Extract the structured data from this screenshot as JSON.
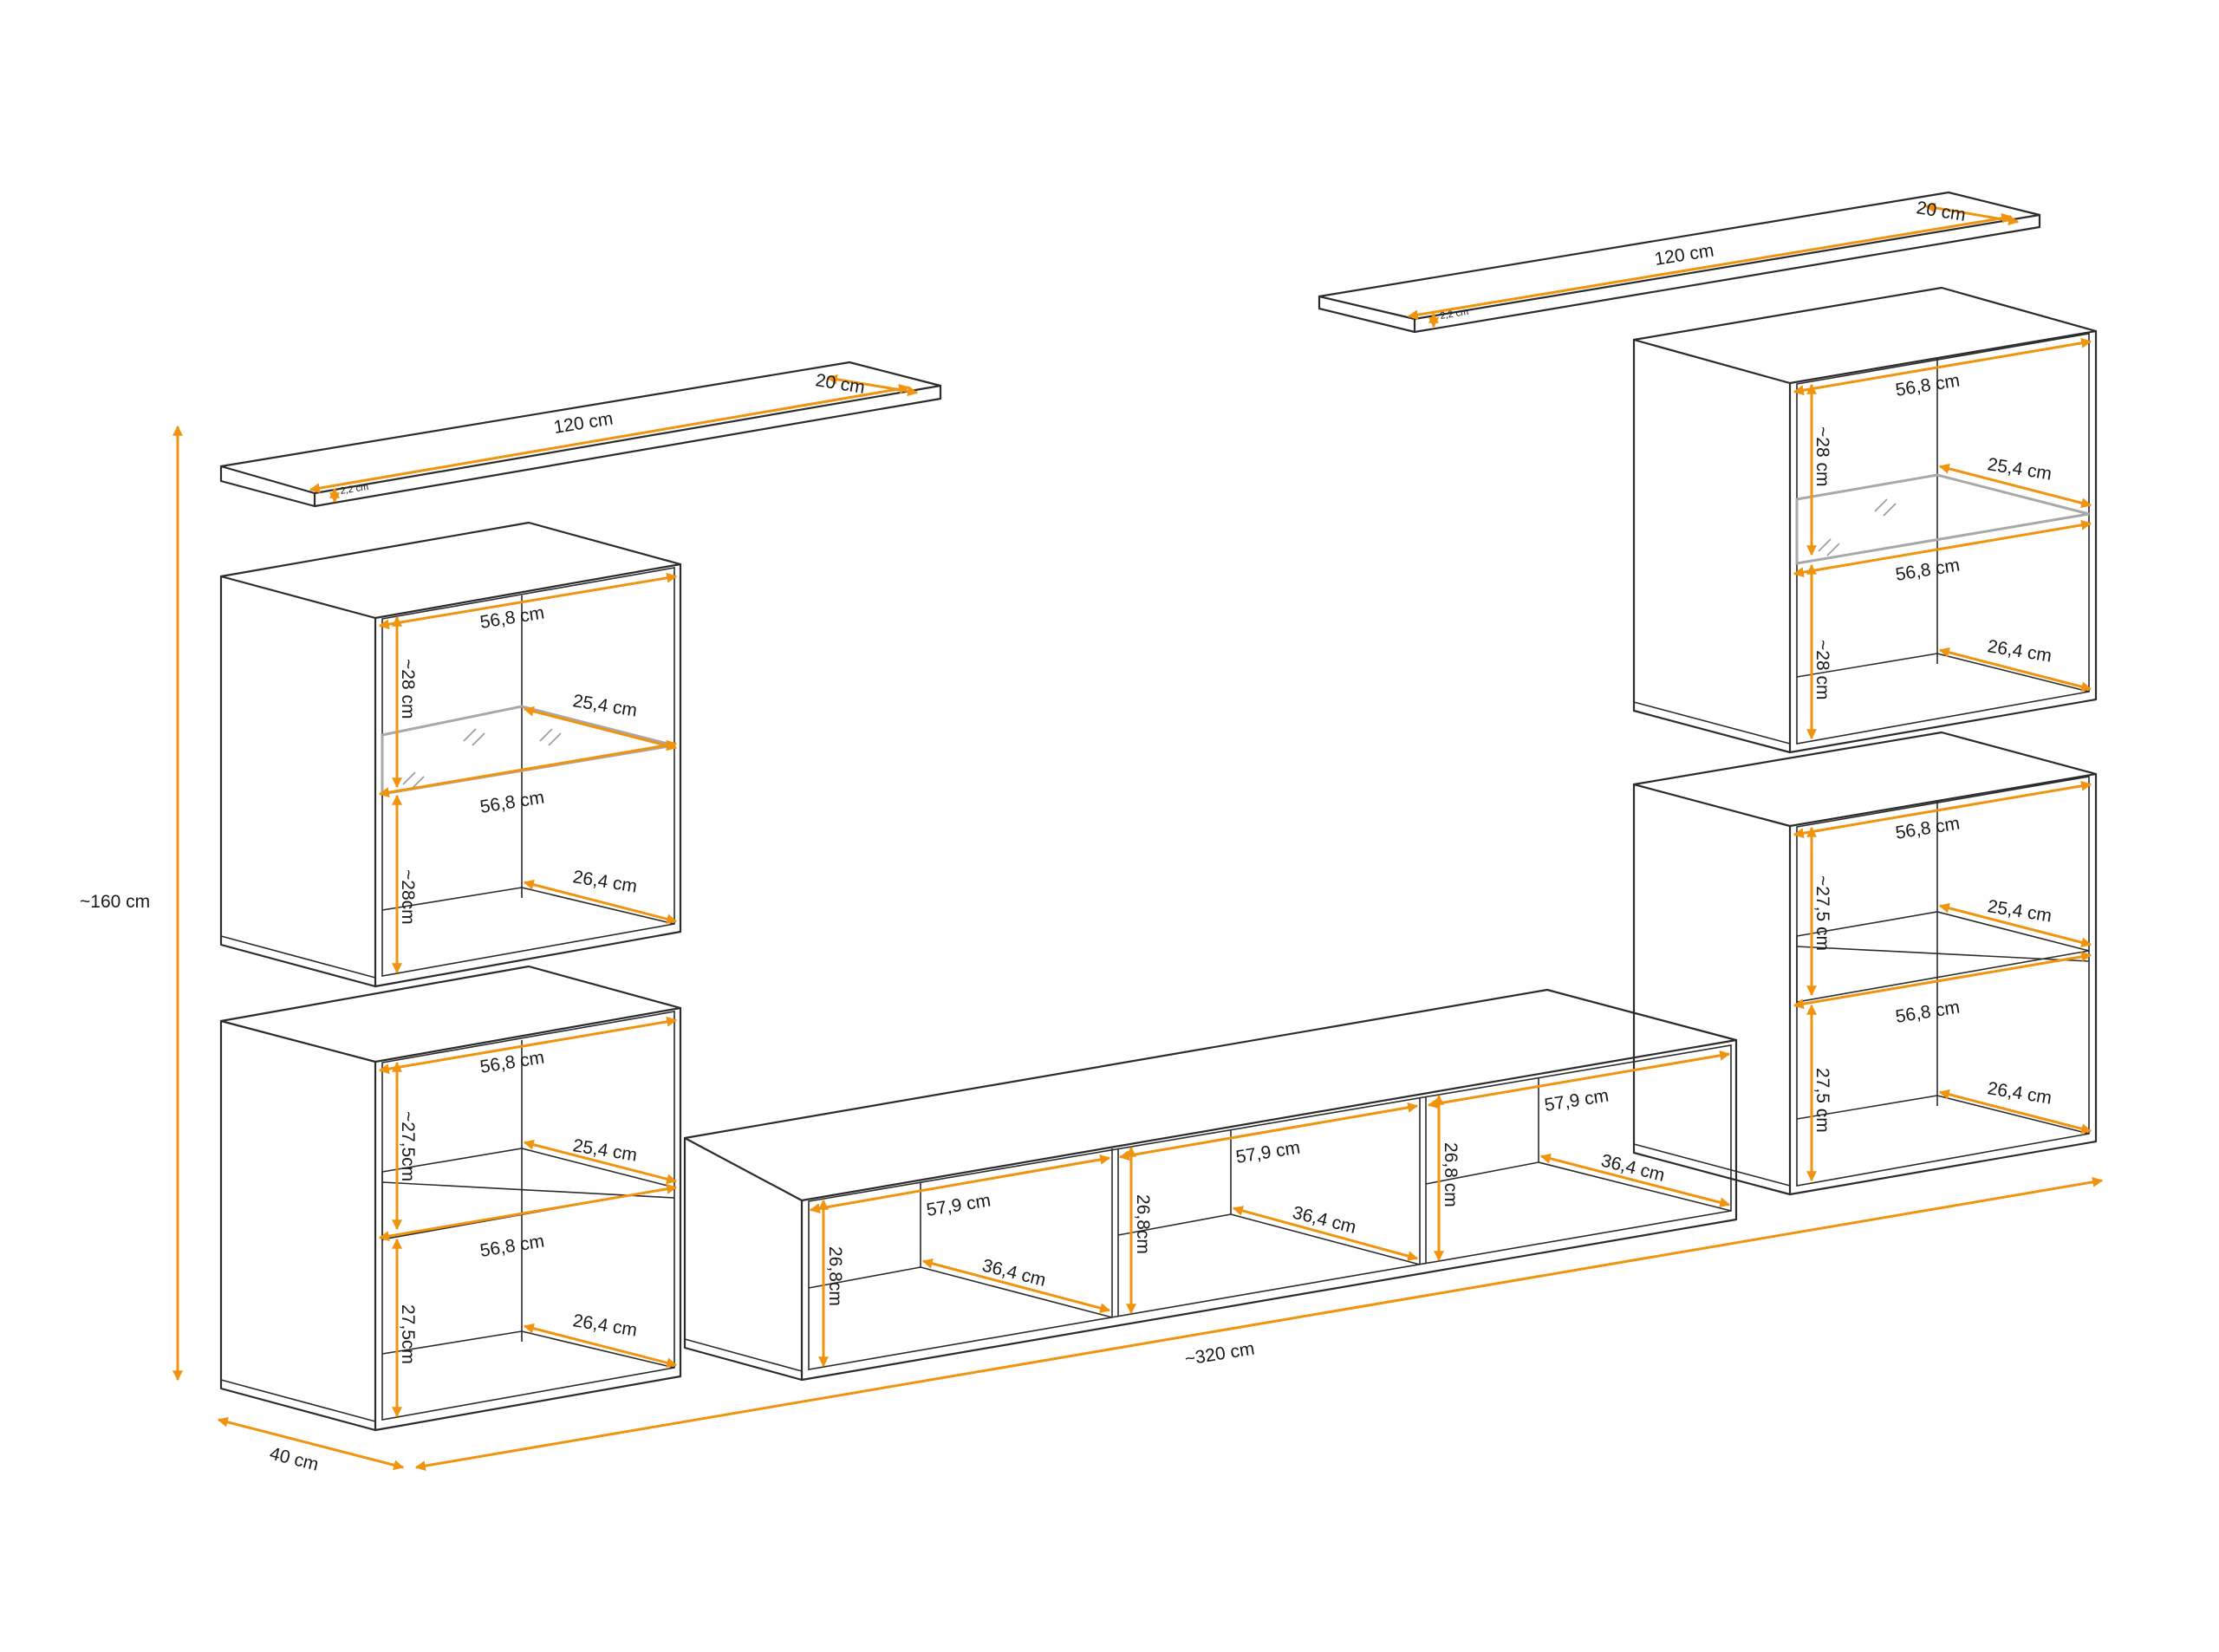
{
  "colors": {
    "line": "#2b2b2b",
    "dimension": "#f0940f",
    "glass": "#a8a8a8",
    "background": "#ffffff"
  },
  "labels": {
    "height_total": "~160 cm",
    "width_total": "~320 cm",
    "depth": "40 cm",
    "shelf_length": "120 cm",
    "shelf_depth": "20 cm",
    "shelf_thickness": "2,2 cm",
    "cab_inner_width": "56,8 cm",
    "cab_depth_upper": "25,4 cm",
    "cab_depth_lower": "26,4 cm",
    "cab_glass_height": "~28 cm",
    "cab_glass_height_b": "~28cm",
    "cab_open_height_a": "~27,5cm",
    "cab_open_height_b": "27,5cm",
    "cab_open_height_c": "~27,5 cm",
    "cab_open_height_d": "27,5 cm",
    "tv_comp_width": "57,9 cm",
    "tv_comp_depth": "36,4 cm",
    "tv_comp_height": "26,8cm",
    "tv_comp_height_c": "26,8 cm"
  }
}
